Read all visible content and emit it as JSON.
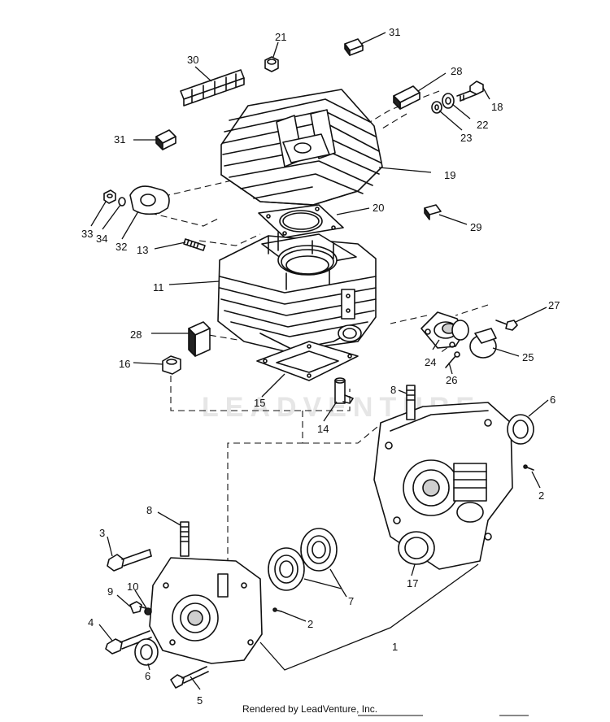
{
  "diagram": {
    "watermark": "LEADVENTURE",
    "credit": "Rendered by LeadVenture, Inc.",
    "callouts": [
      "21",
      "31",
      "30",
      "28",
      "18",
      "22",
      "23",
      "31",
      "19",
      "33",
      "34",
      "32",
      "20",
      "29",
      "13",
      "11",
      "27",
      "28",
      "24",
      "25",
      "26",
      "16",
      "15",
      "14",
      "8",
      "6",
      "2",
      "8",
      "3",
      "7",
      "9",
      "10",
      "2",
      "17",
      "4",
      "1",
      "6",
      "5"
    ]
  }
}
